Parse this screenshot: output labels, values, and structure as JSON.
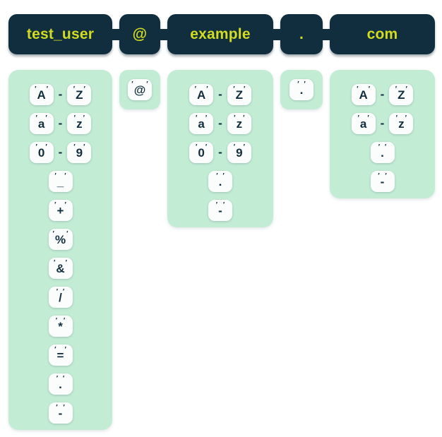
{
  "diagram": {
    "quote_mark": "′",
    "range_separator": "-",
    "segments": [
      {
        "label": "test_user",
        "size": "wide",
        "charset": [
          {
            "kind": "range",
            "from": "A",
            "to": "Z"
          },
          {
            "kind": "range",
            "from": "a",
            "to": "z"
          },
          {
            "kind": "range",
            "from": "0",
            "to": "9"
          },
          {
            "kind": "char",
            "char": "_"
          },
          {
            "kind": "char",
            "char": "+"
          },
          {
            "kind": "char",
            "char": "%"
          },
          {
            "kind": "char",
            "char": "&"
          },
          {
            "kind": "char",
            "char": "/"
          },
          {
            "kind": "char",
            "char": "*"
          },
          {
            "kind": "char",
            "char": "="
          },
          {
            "kind": "char",
            "char": "."
          },
          {
            "kind": "char",
            "char": "-"
          }
        ]
      },
      {
        "label": "@",
        "size": "small",
        "charset": [
          {
            "kind": "char",
            "char": "@"
          }
        ]
      },
      {
        "label": "example",
        "size": "wide",
        "charset": [
          {
            "kind": "range",
            "from": "A",
            "to": "Z"
          },
          {
            "kind": "range",
            "from": "a",
            "to": "z"
          },
          {
            "kind": "range",
            "from": "0",
            "to": "9"
          },
          {
            "kind": "char",
            "char": "."
          },
          {
            "kind": "char",
            "char": "-"
          }
        ]
      },
      {
        "label": ".",
        "size": "small",
        "charset": [
          {
            "kind": "char",
            "char": "."
          }
        ]
      },
      {
        "label": "com",
        "size": "wide",
        "charset": [
          {
            "kind": "range",
            "from": "A",
            "to": "Z"
          },
          {
            "kind": "range",
            "from": "a",
            "to": "z"
          },
          {
            "kind": "char",
            "char": "."
          },
          {
            "kind": "char",
            "char": "-"
          }
        ]
      }
    ]
  },
  "colors": {
    "navy": "#112e3e",
    "label_yellow": "#d2dc20",
    "panel_mint": "#c3ecd5",
    "token_bg": "#fbfdfd"
  }
}
